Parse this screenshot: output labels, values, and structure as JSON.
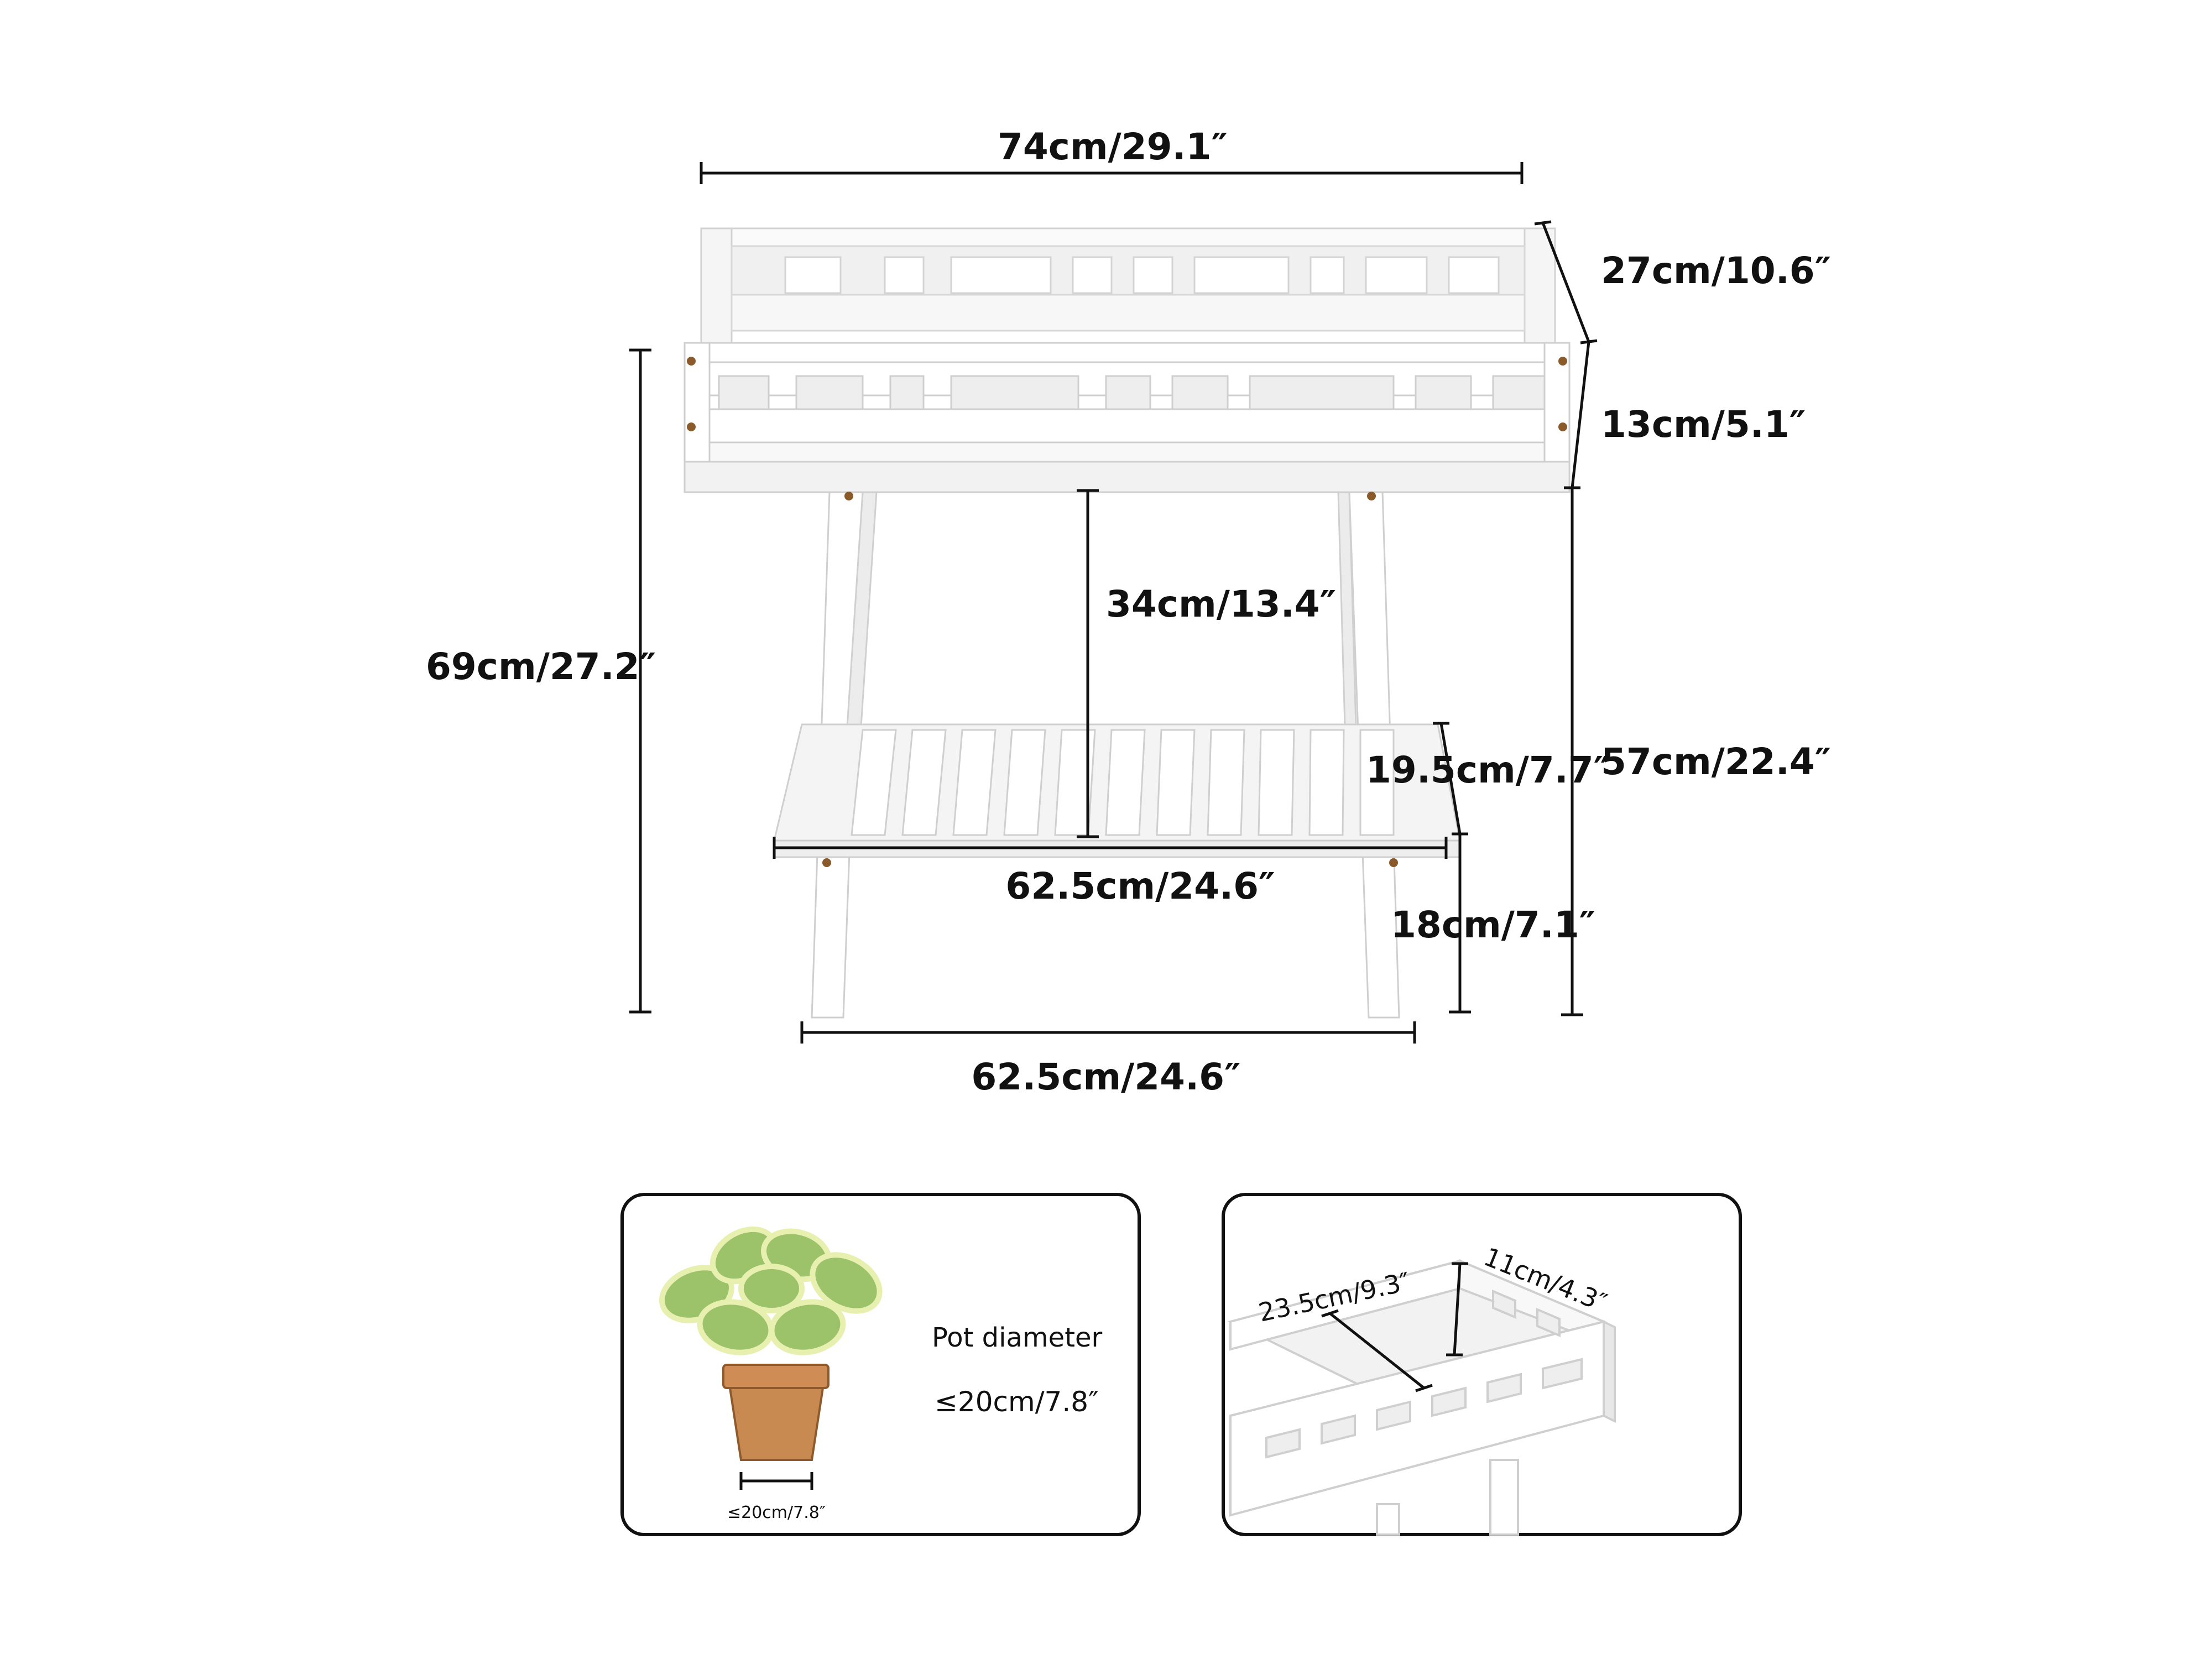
{
  "main_diagram": {
    "width_top": "74cm/29.1″",
    "depth": "27cm/10.6″",
    "box_height": "13cm/5.1″",
    "total_height": "69cm/27.2″",
    "leg_height": "57cm/22.4″",
    "shelf_gap": "34cm/13.4″",
    "shelf_depth": "19.5cm/7.7″",
    "shelf_width": "62.5cm/24.6″",
    "shelf_height": "18cm/7.1″",
    "base_width": "62.5cm/24.6″"
  },
  "pot_panel": {
    "label": "Pot diameter",
    "value": "≤20cm/7.8″",
    "pot_dim": "≤20cm/7.8″"
  },
  "inner_panel": {
    "inner_width": "23.5cm/9.3″",
    "inner_depth": "11cm/4.3″"
  },
  "colors": {
    "wood_white": "#ffffff",
    "wood_shade": "#e6e6e6",
    "edge": "#c8c8c8",
    "line": "#111111",
    "pot": "#c98a52",
    "leaf": "#9cc26a"
  }
}
